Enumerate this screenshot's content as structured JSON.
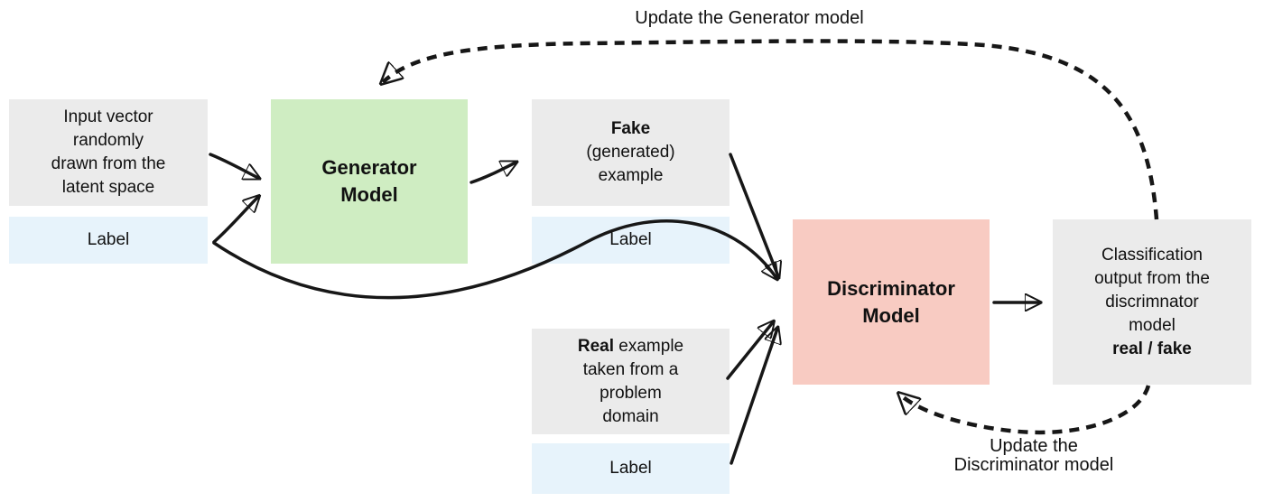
{
  "diagram_title": "GAN architecture flow diagram",
  "colors": {
    "box_gray": "#ebebeb",
    "label_blue": "#e7f3fb",
    "generator_green": "#cfedc2",
    "discriminator_pink": "#f8cbc2",
    "arrow": "#171717"
  },
  "nodes": {
    "input_vector": {
      "text": "Input vector\nrandomly\ndrawn from the\nlatent space"
    },
    "input_label": {
      "text": "Label"
    },
    "generator": {
      "text": "Generator\nModel"
    },
    "fake_example": {
      "bold": "Fake",
      "rest": "(generated)\nexample"
    },
    "fake_label": {
      "text": "Label"
    },
    "real_example": {
      "bold": "Real",
      "after_bold": " example",
      "rest": "taken from a\nproblem\ndomain"
    },
    "real_label": {
      "text": "Label"
    },
    "discriminator": {
      "text": "Discriminator\nModel"
    },
    "classification": {
      "text": "Classification\noutput from the\ndiscrimnator\nmodel",
      "bold": "real / fake"
    }
  },
  "annotations": {
    "update_generator": "Update the Generator model",
    "update_discriminator": "Update the\nDiscriminator model"
  }
}
